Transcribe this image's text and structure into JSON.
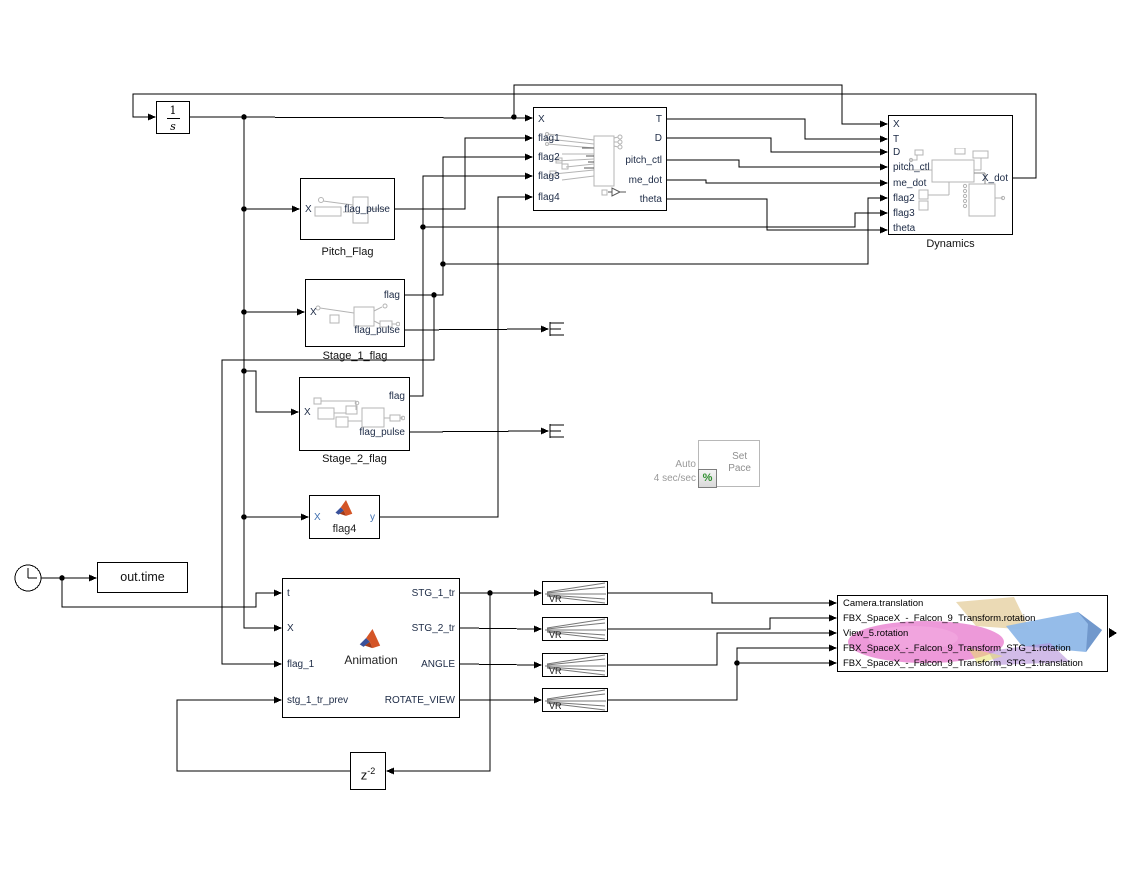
{
  "app": {
    "type": "simulink-model-canvas"
  },
  "blocks": {
    "integrator": {
      "numerator": "1",
      "denominator": "s"
    },
    "controller": {
      "inputs": [
        "X",
        "flag1",
        "flag2",
        "flag3",
        "flag4"
      ],
      "outputs": [
        "T",
        "D",
        "pitch_ctl",
        "me_dot",
        "theta"
      ]
    },
    "dynamics": {
      "label": "Dynamics",
      "inputs": [
        "X",
        "T",
        "D",
        "pitch_ctl",
        "me_dot",
        "flag2",
        "flag3",
        "theta"
      ],
      "output": "X_dot"
    },
    "pitch_flag": {
      "label": "Pitch_Flag",
      "input": "X",
      "output": "flag_pulse"
    },
    "stage_1_flag": {
      "label": "Stage_1_flag",
      "input": "X",
      "outputs": [
        "flag",
        "flag_pulse"
      ]
    },
    "stage_2_flag": {
      "label": "Stage_2_flag",
      "input": "X",
      "outputs": [
        "flag",
        "flag_pulse"
      ]
    },
    "flag4_fn": {
      "label": "flag4",
      "input": "X",
      "output": "y"
    },
    "out_time": {
      "label": "out.time"
    },
    "animation": {
      "label": "Animation",
      "inputs": [
        "t",
        "X",
        "flag_1",
        "stg_1_tr_prev"
      ],
      "outputs": [
        "STG_1_tr",
        "STG_2_tr",
        "ANGLE",
        "ROTATE_VIEW"
      ]
    },
    "vr_expander_label": "VR",
    "delay": {
      "base": "z",
      "exponent": "-2"
    },
    "set_pace": {
      "title_line1": "Set",
      "title_line2": "Pace",
      "icon": "%",
      "annotation_top": "Auto",
      "annotation_bottom": "4 sec/sec"
    },
    "vr_sink": {
      "inputs": [
        "Camera.translation",
        "FBX_SpaceX_-_Falcon_9_Transform.rotation",
        "View_5.rotation",
        "FBX_SpaceX_-_Falcon_9_Transform_STG_1.rotation",
        "FBX_SpaceX_-_Falcon_9_Transform_STG_1.translation"
      ]
    }
  },
  "colors": {
    "wire": "#000000",
    "thumbnail_gray": "#b4b4b4",
    "pace_gray": "#9a9a9a",
    "pace_green": "#2f8f2f",
    "matlab_orange": "#d45527",
    "matlab_blue": "#39519b"
  }
}
